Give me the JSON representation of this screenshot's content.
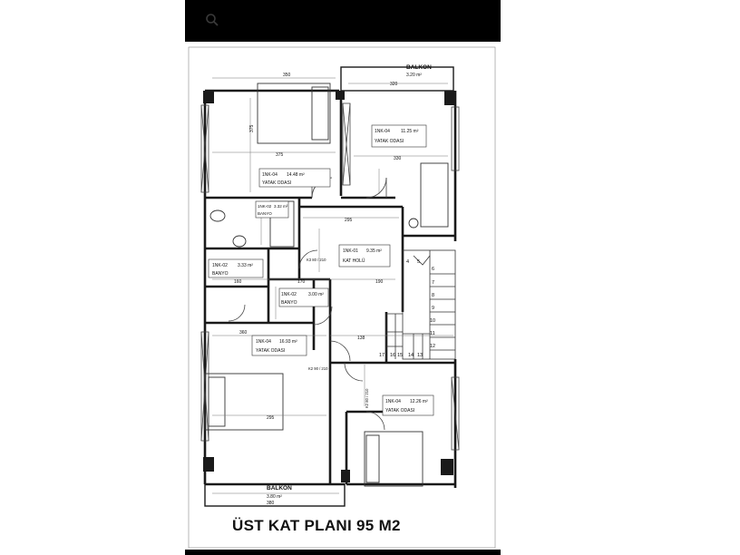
{
  "colors": {
    "wall": "#1a1a1a",
    "line": "#333333",
    "thin": "#666666",
    "topbar": "#000000",
    "background": "#ffffff"
  },
  "title": "ÜST KAT PLANI 95 M2",
  "rooms": {
    "balcony_top": {
      "label": "BALKON",
      "area": "3.20 m²",
      "dim": "320"
    },
    "balcony_bottom": {
      "label": "BALKON",
      "area": "3.80 m²",
      "dim": "380"
    },
    "bedroom_nw": {
      "code": "1NK-04",
      "area": "14.48 m²",
      "label": "YATAK ODASI",
      "dim_top": "350",
      "dim_side": "375",
      "dim_mid": "375"
    },
    "bedroom_ne": {
      "code": "1NK-04",
      "area": "11.25 m²",
      "label": "YATAK ODASI",
      "dim": "330"
    },
    "bath_top": {
      "code": "1NK-02",
      "area": "3.32 m²",
      "label": "BANYO"
    },
    "bath_mid": {
      "code": "1NK-02",
      "area": "3.33 m²",
      "label": "BANYO"
    },
    "bath_small": {
      "code": "1NK-02",
      "area": "3.00 m²",
      "label": "BANYO"
    },
    "hall": {
      "code": "1NK-01",
      "area": "9.35 m²",
      "label": "KAT HOLÜ",
      "dim": "295"
    },
    "bedroom_sw": {
      "code": "1NK-04",
      "area": "16.93 m²",
      "label": "YATAK ODASI",
      "dim_top": "360",
      "dim_bottom": "295"
    },
    "bedroom_se": {
      "code": "1NK-04",
      "area": "12.26 m²",
      "label": "YATAK ODASI"
    }
  },
  "doors": {
    "d1": "K3 80 / 210",
    "d2": "K2 90 / 210",
    "d3": "K2 80 / 210"
  },
  "dims": {
    "d170": "170",
    "d190": "190",
    "d160": "160",
    "d138": "138"
  },
  "stairs": [
    "4",
    "5",
    "6",
    "7",
    "8",
    "9",
    "10",
    "11",
    "12",
    "13",
    "14",
    "15",
    "16",
    "17"
  ]
}
